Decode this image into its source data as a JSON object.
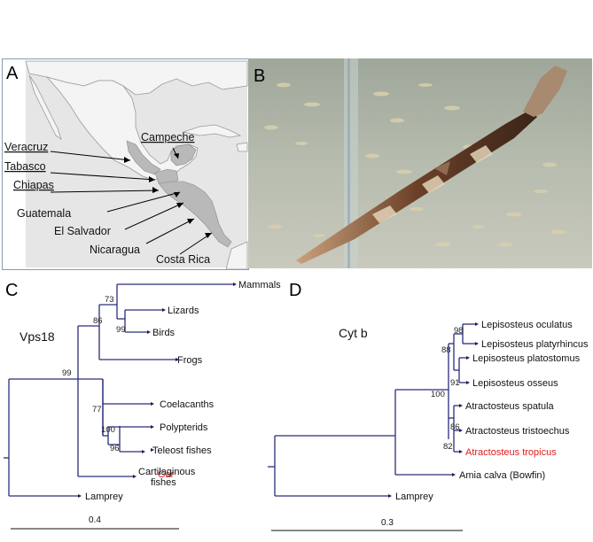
{
  "panels": {
    "a": {
      "letter": "A",
      "labels": [
        {
          "text": "Veracruz",
          "underlined": true
        },
        {
          "text": "Tabasco",
          "underlined": true
        },
        {
          "text": "Chiapas",
          "underlined": true
        },
        {
          "text": "Campeche",
          "underlined": true
        },
        {
          "text": "Guatemala",
          "underlined": false
        },
        {
          "text": "El Salvador",
          "underlined": false
        },
        {
          "text": "Nicaragua",
          "underlined": false
        },
        {
          "text": "Costa Rica",
          "underlined": false
        }
      ]
    },
    "b": {
      "letter": "B"
    },
    "c": {
      "letter": "C",
      "gene": "Vps18",
      "taxa": [
        "Mammals",
        "Lizards",
        "Birds",
        "Frogs",
        "Coelacanths",
        "Polypterids",
        "Teleost fishes",
        "Gar",
        "Cartilaginous",
        "fishes",
        "Lamprey"
      ],
      "bootstrap": [
        "73",
        "99",
        "86",
        "99",
        "77",
        "100",
        "96"
      ],
      "scale": "0.4",
      "highlight_color": "#e01b1b"
    },
    "d": {
      "letter": "D",
      "gene": "Cyt b",
      "taxa": [
        "Lepisosteus oculatus",
        "Lepisosteus platyrhincus",
        "Lepisosteus platostomus",
        "Lepisosteus osseus",
        "Atractosteus spatula",
        "Atractosteus tristoechus",
        "Atractosteus tropicus",
        "Amia calva (Bowfin)",
        "Lamprey"
      ],
      "bootstrap": [
        "98",
        "88",
        "91",
        "100",
        "86",
        "82"
      ],
      "scale": "0.3",
      "highlight_color": "#e01b1b"
    }
  }
}
